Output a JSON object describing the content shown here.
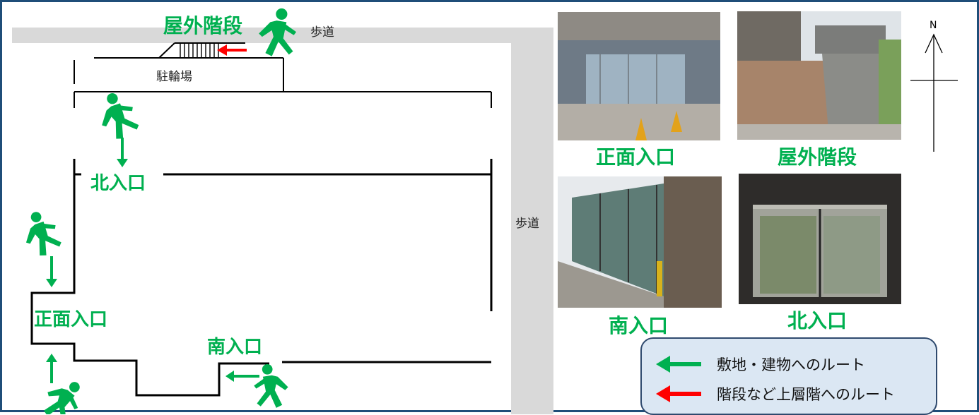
{
  "labels": {
    "outdoor_stairs_map": "屋外階段",
    "sidewalk_top": "歩道",
    "bicycle_parking": "駐輪場",
    "north_entrance_map": "北入口",
    "front_entrance_map": "正面入口",
    "south_entrance_map": "南入口",
    "sidewalk_right": "歩道"
  },
  "photos": {
    "front": "正面入口",
    "outdoor_stairs": "屋外階段",
    "south": "南入口",
    "north": "北入口"
  },
  "compass": {
    "north": "N"
  },
  "legend": {
    "green_route": "敷地・建物へのルート",
    "red_route": "階段など上層階へのルート"
  },
  "colors": {
    "route_green": "#00b050",
    "route_red": "#ff0000",
    "legend_bg": "#dbe7f3",
    "sidewalk_gray": "#d9d9d9",
    "frame_blue": "#1f4e79"
  },
  "icons": {
    "pedestrian": "walking-person-icon",
    "route_arrow": "arrow-icon"
  }
}
